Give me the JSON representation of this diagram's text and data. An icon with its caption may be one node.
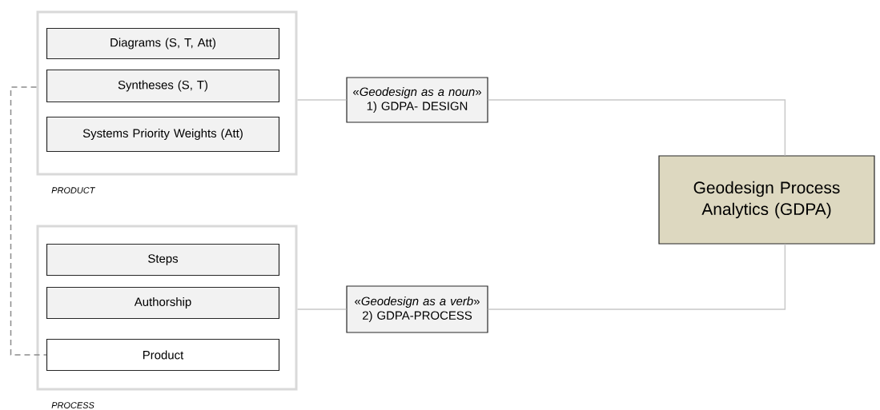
{
  "diagram": {
    "nodes": [
      {
        "text": [
          "PRODUCT"
        ]
      },
      {
        "text": [
          "Diagrams (S, T, Att)"
        ],
        "in": 0
      },
      {
        "text": [
          "Syntheses (S, T)"
        ],
        "in": 0
      },
      {
        "text": [
          "Systems Priority Weights (Att)"
        ],
        "in": 0
      },
      {
        "text": [
          "PROCESS"
        ]
      },
      {
        "text": [
          "Steps"
        ],
        "in": 4
      },
      {
        "text": [
          "Authorship"
        ],
        "in": 4
      },
      {
        "text": [
          "Product"
        ],
        "in": 4
      },
      {
        "text": [
          "«*Geodesign as a noun*»",
          "1) GDPA- DESIGN"
        ]
      },
      {
        "text": [
          "«*Geodesign as a verb*»",
          "2) GDPA-PROCESS"
        ]
      },
      {
        "text": [
          "Geodesign Process Analytics (GDPA)"
        ]
      }
    ],
    "edges": [
      {
        "from": 0,
        "to": 8,
        "arrow": "none"
      },
      {
        "from": 8,
        "to": 10,
        "arrow": "none"
      },
      {
        "from": 4,
        "to": 9,
        "arrow": "none"
      },
      {
        "from": 9,
        "to": 10,
        "arrow": "none"
      },
      {
        "from": 0,
        "to": 7,
        "arrow": "none",
        "style": "dashed",
        "color": "#8c8c8c"
      }
    ]
  }
}
